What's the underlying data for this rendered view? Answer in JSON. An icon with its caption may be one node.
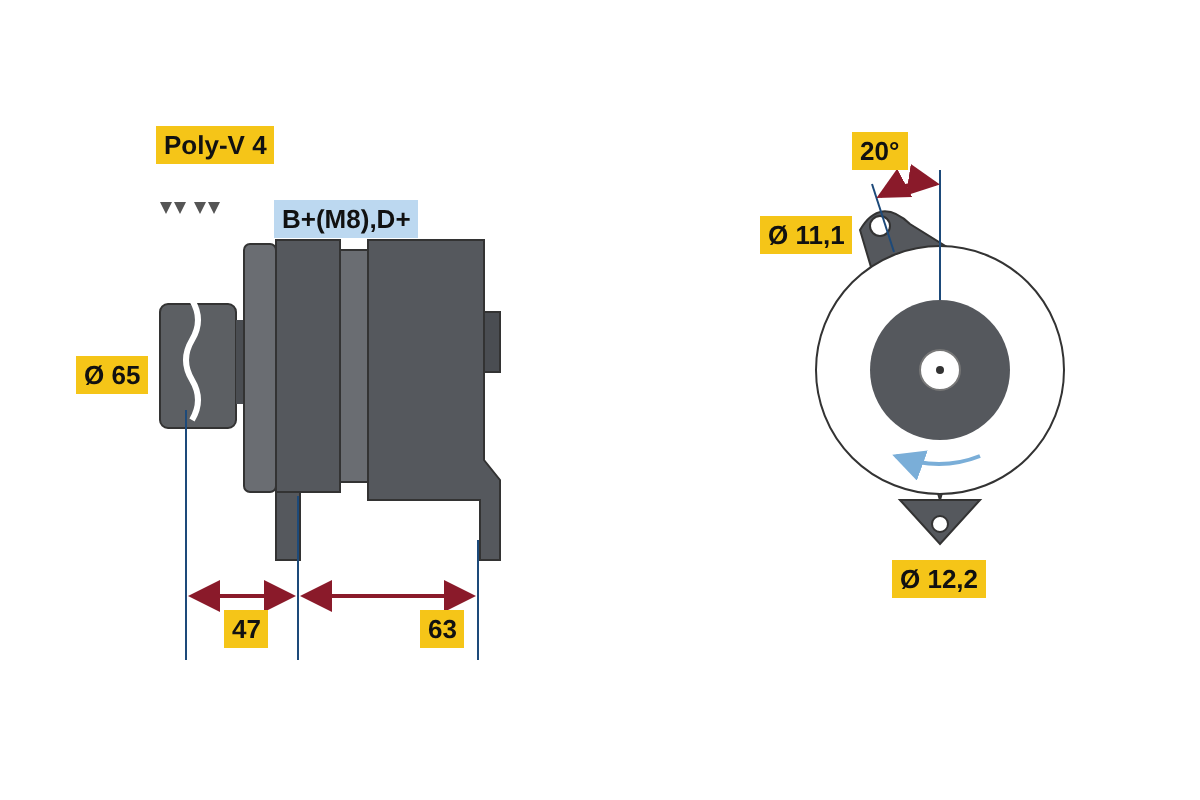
{
  "diagram": {
    "labels": [
      "Poly-V 4",
      "20°",
      "B+(M8),D+",
      "Ø 11,1",
      "Ø 65",
      "47",
      "63",
      "Ø 12,2"
    ]
  }
}
